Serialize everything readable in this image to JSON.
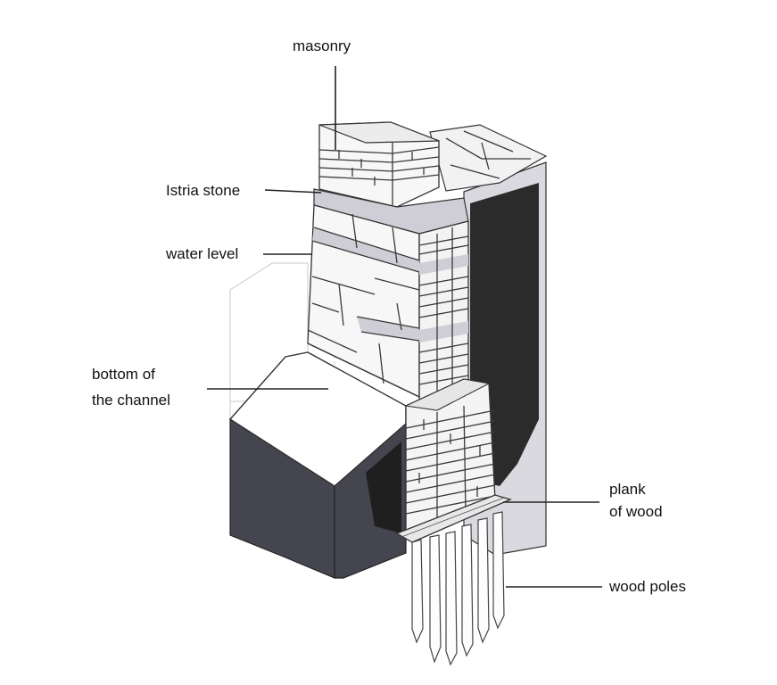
{
  "labels": {
    "masonry": "masonry",
    "istria_stone": "Istria stone",
    "water_level": "water level",
    "bottom_of_channel": [
      "bottom of",
      "the channel"
    ],
    "plank_of_wood": [
      "plank",
      "of wood"
    ],
    "wood_poles": "wood poles"
  },
  "colors": {
    "dark_fill": "#2b2b2b",
    "side_gray": "#45454f",
    "stone_light": "#f6f6f6",
    "stone_shade": "#cfcdd6",
    "line": "#3a3a3a"
  }
}
